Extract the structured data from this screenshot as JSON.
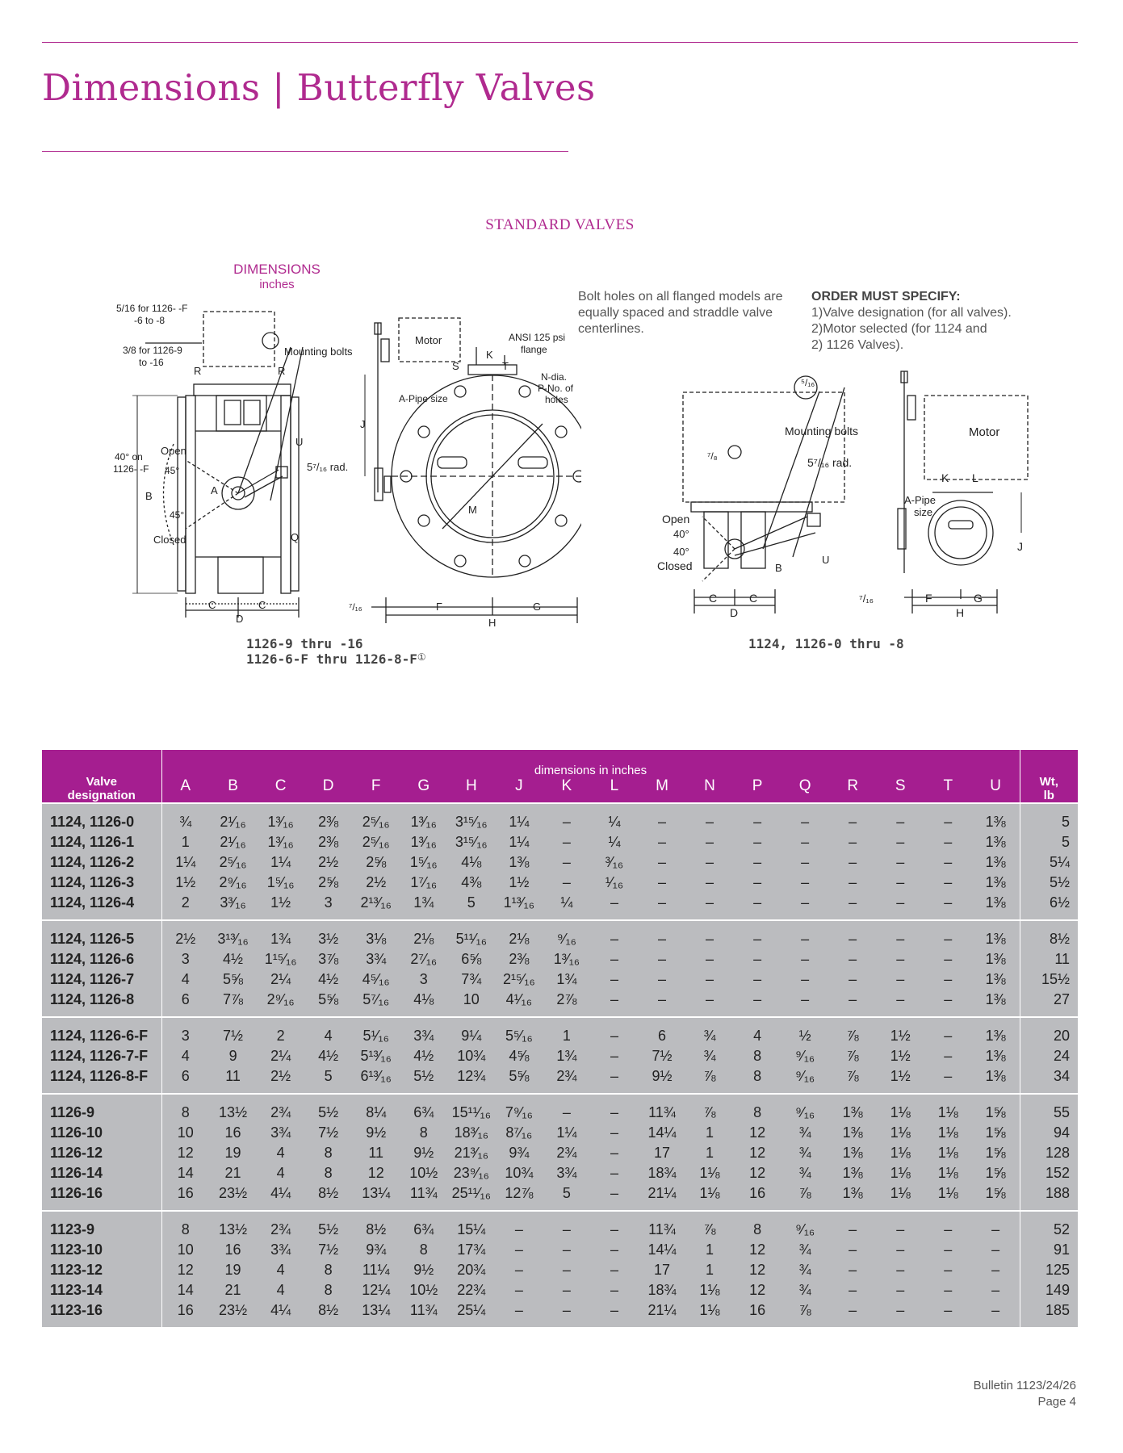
{
  "title": "Dimensions | Butterfly Valves",
  "section_title": "STANDARD VALVES",
  "dimensions_label": "DIMENSIONS",
  "dimensions_unit": "inches",
  "bolt_note": "Bolt holes on all flanged models are equally spaced and straddle valve centerlines.",
  "order": {
    "heading": "ORDER MUST SPECIFY:",
    "items": [
      "1)Valve designation (for all valves).",
      "2)Motor selected (for 1124 and",
      "2) 1126 Valves)."
    ]
  },
  "diagram_left": {
    "caption_line1": "1126-9 thru -16",
    "caption_line2": "1126-6-F thru 1126-8-F",
    "caption_mark": "①",
    "labels": {
      "note1a": "5/16  for 1126- -F",
      "note1b": "-6 to -8",
      "note2a": "3/8  for 1126-9",
      "note2b": "to -16",
      "mounting_bolts": "Mounting bolts",
      "r_left": "R",
      "r_right": "R",
      "u": "U",
      "rad": "5⁷/₁₆ rad.",
      "angle_a": "40° on",
      "angle_b": "1126- -F",
      "open": "Open",
      "deg45a": "45°",
      "a": "A",
      "b": "B",
      "deg45b": "45°",
      "closed": "Closed",
      "q": "Q",
      "c1": "C",
      "c2": "C",
      "d": "D"
    }
  },
  "diagram_mid": {
    "labels": {
      "motor": "Motor",
      "ansi1": "ANSI 125 psi",
      "ansi2": "flange",
      "k": "K",
      "s": "S",
      "t": "T",
      "ndia1": "N-dia.",
      "ndia2": "P-No. of",
      "ndia3": "holes",
      "apipe": "A-Pipe size",
      "j": "J",
      "m": "M",
      "seven16": "⁷/₁₆",
      "f": "F",
      "g": "G",
      "h": "H"
    }
  },
  "diagram_right": {
    "caption": "1124, 1126-0 thru -8",
    "labels": {
      "five16": "⁵/₁₆",
      "mounting_bolts": "Mounting bolts",
      "seven8": "⁷/₈",
      "rad": "5⁷/₁₆ rad.",
      "open": "Open",
      "deg40a": "40°",
      "deg40b": "40°",
      "closed": "Closed",
      "b": "B",
      "u": "U",
      "c1": "C",
      "c2": "C",
      "d": "D",
      "motor": "Motor",
      "k": "K",
      "l": "L",
      "apipe1": "A-Pipe",
      "apipe2": "size",
      "j": "J",
      "seven16": "⁷/₁₆",
      "f": "F",
      "g": "G",
      "h": "H"
    }
  },
  "table": {
    "head_valve": "Valve",
    "head_valve2": "designation",
    "head_dims": "dimensions in inches",
    "head_wt": "Wt,",
    "head_wt2": "lb",
    "columns": [
      "A",
      "B",
      "C",
      "D",
      "F",
      "G",
      "H",
      "J",
      "K",
      "L",
      "M",
      "N",
      "P",
      "Q",
      "R",
      "S",
      "T",
      "U"
    ],
    "groups": [
      [
        [
          "1124, 1126-0",
          "¾",
          "2¹⁄₁₆",
          "1³⁄₁₆",
          "2⅜",
          "2⁵⁄₁₆",
          "1³⁄₁₆",
          "3¹⁵⁄₁₆",
          "1¼",
          "–",
          "¼",
          "–",
          "–",
          "–",
          "–",
          "–",
          "–",
          "–",
          "1⅜",
          "5"
        ],
        [
          "1124, 1126-1",
          "1",
          "2¹⁄₁₆",
          "1³⁄₁₆",
          "2⅜",
          "2⁵⁄₁₆",
          "1³⁄₁₆",
          "3¹⁵⁄₁₆",
          "1¼",
          "–",
          "¼",
          "–",
          "–",
          "–",
          "–",
          "–",
          "–",
          "–",
          "1⅜",
          "5"
        ],
        [
          "1124, 1126-2",
          "1¼",
          "2⁵⁄₁₆",
          "1¼",
          "2½",
          "2⅝",
          "1⁵⁄₁₆",
          "4⅛",
          "1⅜",
          "–",
          "³⁄₁₆",
          "–",
          "–",
          "–",
          "–",
          "–",
          "–",
          "–",
          "1⅜",
          "5¼"
        ],
        [
          "1124, 1126-3",
          "1½",
          "2⁹⁄₁₆",
          "1⁵⁄₁₆",
          "2⅝",
          "2½",
          "1⁷⁄₁₆",
          "4⅜",
          "1½",
          "–",
          "¹⁄₁₆",
          "–",
          "–",
          "–",
          "–",
          "–",
          "–",
          "–",
          "1⅜",
          "5½"
        ],
        [
          "1124, 1126-4",
          "2",
          "3³⁄₁₆",
          "1½",
          "3",
          "2¹³⁄₁₆",
          "1¾",
          "5",
          "1¹³⁄₁₆",
          "¼",
          "–",
          "–",
          "–",
          "–",
          "–",
          "–",
          "–",
          "–",
          "1⅜",
          "6½"
        ]
      ],
      [
        [
          "1124, 1126-5",
          "2½",
          "3¹³⁄₁₆",
          "1¾",
          "3½",
          "3⅛",
          "2⅛",
          "5¹¹⁄₁₆",
          "2⅛",
          "⁹⁄₁₆",
          "–",
          "–",
          "–",
          "–",
          "–",
          "–",
          "–",
          "–",
          "1⅜",
          "8½"
        ],
        [
          "1124, 1126-6",
          "3",
          "4½",
          "1¹⁵⁄₁₆",
          "3⅞",
          "3¾",
          "2⁷⁄₁₆",
          "6⅝",
          "2⅜",
          "1³⁄₁₆",
          "–",
          "–",
          "–",
          "–",
          "–",
          "–",
          "–",
          "–",
          "1⅜",
          "11"
        ],
        [
          "1124, 1126-7",
          "4",
          "5⅝",
          "2¼",
          "4½",
          "4⁵⁄₁₆",
          "3",
          "7¾",
          "2¹⁵⁄₁₆",
          "1¾",
          "–",
          "–",
          "–",
          "–",
          "–",
          "–",
          "–",
          "–",
          "1⅜",
          "15½"
        ],
        [
          "1124, 1126-8",
          "6",
          "7⅞",
          "2⁹⁄₁₆",
          "5⅝",
          "5⁷⁄₁₆",
          "4⅛",
          "10",
          "4¹⁄₁₆",
          "2⅞",
          "–",
          "–",
          "–",
          "–",
          "–",
          "–",
          "–",
          "–",
          "1⅜",
          "27"
        ]
      ],
      [
        [
          "1124, 1126-6-F",
          "3",
          "7½",
          "2",
          "4",
          "5¹⁄₁₆",
          "3¾",
          "9¼",
          "5⁵⁄₁₆",
          "1",
          "–",
          "6",
          "¾",
          "4",
          "½",
          "⅞",
          "1½",
          "–",
          "1⅜",
          "20"
        ],
        [
          "1124, 1126-7-F",
          "4",
          "9",
          "2¼",
          "4½",
          "5¹³⁄₁₆",
          "4½",
          "10¾",
          "4⅝",
          "1¾",
          "–",
          "7½",
          "¾",
          "8",
          "⁹⁄₁₆",
          "⅞",
          "1½",
          "–",
          "1⅜",
          "24"
        ],
        [
          "1124, 1126-8-F",
          "6",
          "11",
          "2½",
          "5",
          "6¹³⁄₁₆",
          "5½",
          "12¾",
          "5⅝",
          "2¾",
          "–",
          "9½",
          "⅞",
          "8",
          "⁹⁄₁₆",
          "⅞",
          "1½",
          "–",
          "1⅜",
          "34"
        ]
      ],
      [
        [
          "1126-9",
          "8",
          "13½",
          "2¾",
          "5½",
          "8¼",
          "6¾",
          "15¹¹⁄₁₆",
          "7⁹⁄₁₆",
          "–",
          "–",
          "11¾",
          "⅞",
          "8",
          "⁹⁄₁₆",
          "1⅜",
          "1⅛",
          "1⅛",
          "1⅝",
          "55"
        ],
        [
          "1126-10",
          "10",
          "16",
          "3¾",
          "7½",
          "9½",
          "8",
          "18³⁄₁₆",
          "8⁷⁄₁₆",
          "1¼",
          "–",
          "14¼",
          "1",
          "12",
          "¾",
          "1⅜",
          "1⅛",
          "1⅛",
          "1⅝",
          "94"
        ],
        [
          "1126-12",
          "12",
          "19",
          "4",
          "8",
          "11",
          "9½",
          "21³⁄₁₆",
          "9¾",
          "2¾",
          "–",
          "17",
          "1",
          "12",
          "¾",
          "1⅜",
          "1⅛",
          "1⅛",
          "1⅝",
          "128"
        ],
        [
          "1126-14",
          "14",
          "21",
          "4",
          "8",
          "12",
          "10½",
          "23⁹⁄₁₆",
          "10¾",
          "3¾",
          "–",
          "18¾",
          "1⅛",
          "12",
          "¾",
          "1⅜",
          "1⅛",
          "1⅛",
          "1⅝",
          "152"
        ],
        [
          "1126-16",
          "16",
          "23½",
          "4¼",
          "8½",
          "13¼",
          "11¾",
          "25¹¹⁄₁₆",
          "12⅞",
          "5",
          "–",
          "21¼",
          "1⅛",
          "16",
          "⅞",
          "1⅜",
          "1⅛",
          "1⅛",
          "1⅝",
          "188"
        ]
      ],
      [
        [
          "1123-9",
          "8",
          "13½",
          "2¾",
          "5½",
          "8½",
          "6¾",
          "15¼",
          "–",
          "–",
          "–",
          "11¾",
          "⅞",
          "8",
          "⁹⁄₁₆",
          "–",
          "–",
          "–",
          "–",
          "52"
        ],
        [
          "1123-10",
          "10",
          "16",
          "3¾",
          "7½",
          "9¾",
          "8",
          "17¾",
          "–",
          "–",
          "–",
          "14¼",
          "1",
          "12",
          "¾",
          "–",
          "–",
          "–",
          "–",
          "91"
        ],
        [
          "1123-12",
          "12",
          "19",
          "4",
          "8",
          "11¼",
          "9½",
          "20¾",
          "–",
          "–",
          "–",
          "17",
          "1",
          "12",
          "¾",
          "–",
          "–",
          "–",
          "–",
          "125"
        ],
        [
          "1123-14",
          "14",
          "21",
          "4",
          "8",
          "12¼",
          "10½",
          "22¾",
          "–",
          "–",
          "–",
          "18¾",
          "1⅛",
          "12",
          "¾",
          "–",
          "–",
          "–",
          "–",
          "149"
        ],
        [
          "1123-16",
          "16",
          "23½",
          "4¼",
          "8½",
          "13¼",
          "11¾",
          "25¼",
          "–",
          "–",
          "–",
          "21¼",
          "1⅛",
          "16",
          "⅞",
          "–",
          "–",
          "–",
          "–",
          "185"
        ]
      ]
    ]
  },
  "footer": {
    "bulletin": "Bulletin 1123/24/26",
    "page": "Page 4"
  }
}
